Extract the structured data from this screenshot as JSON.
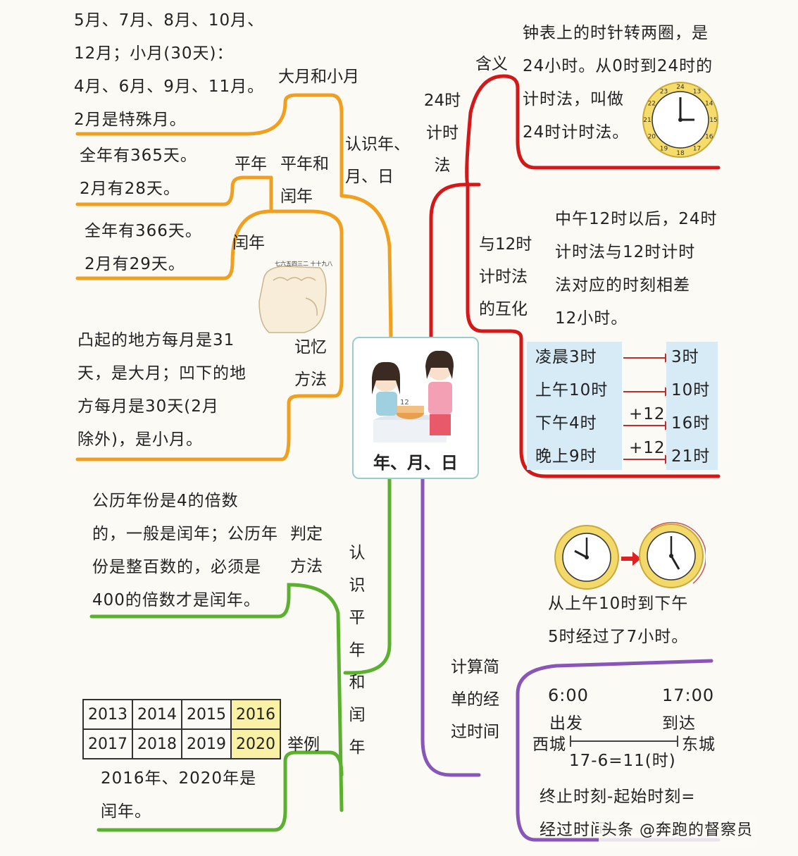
{
  "center": {
    "title": "年、月、日"
  },
  "branches": {
    "recognize_ymd": {
      "label": "认识年、月、日",
      "big_small": {
        "label": "大月和小月",
        "lines": [
          "5月、7月、8月、10月、",
          "12月；小月(30天)：",
          "4月、6月、9月、11月。",
          "2月是特殊月。"
        ]
      },
      "common_leap": {
        "label": "平年和闰年",
        "common": {
          "label": "平年",
          "lines": [
            "全年有365天。",
            "2月有28天。"
          ]
        },
        "leap": {
          "label": "闰年",
          "lines": [
            "全年有366天。",
            "2月有29天。"
          ]
        }
      },
      "memory": {
        "label": "记忆方法",
        "knuckle_labels": "七六五四三二 十十九八 一 二",
        "lines": [
          "凸起的地方每月是31",
          "天，是大月；凹下的地",
          "方每月是30天(2月",
          "除外)，是小月。"
        ]
      }
    },
    "recognize_leap": {
      "label": "认识平年和闰年",
      "method": {
        "label": "判定方法",
        "lines": [
          "公历年份是4的倍数",
          "的，一般是闰年；公历年",
          "份是整百数的，必须是",
          "400的倍数才是闰年。"
        ]
      },
      "example": {
        "label": "举例",
        "years": [
          [
            "2013",
            "2014",
            "2015",
            "2016"
          ],
          [
            "2017",
            "2018",
            "2019",
            "2020"
          ]
        ],
        "lines": [
          "2016年、2020年是",
          "闰年。"
        ]
      }
    },
    "h24": {
      "label": "24时计时法",
      "meaning": {
        "label": "含义",
        "lines": [
          "钟表上的时针转两圈，是",
          "24小时。从0时到24时的",
          "计时法，叫做",
          "24时计时法。"
        ]
      },
      "convert": {
        "label": "与12时计时法的互化",
        "lines": [
          "中午12时以后，24时",
          "计时法与12时计时",
          "法对应的时刻相差",
          "12小时。"
        ],
        "left": [
          "凌晨3时",
          "上午10时",
          "下午4时",
          "晚上9时"
        ],
        "right": [
          "3时",
          "10时",
          "16时",
          "21时"
        ],
        "plus": [
          "+12",
          "+12"
        ]
      }
    },
    "elapsed": {
      "label": "计算简单的经过时间",
      "clock_caption": [
        "从上午10时到下午",
        "5时经过了7小时。"
      ],
      "start_time": "6:00",
      "end_time": "17:00",
      "depart": "出发",
      "arrive": "到达",
      "from_city": "西城",
      "to_city": "东城",
      "formula": "17-6=11(时)",
      "rule_lines": [
        "终止时刻-起始时刻=",
        "经过时间"
      ]
    }
  },
  "clock_numbers": [
    "12",
    "13",
    "14",
    "15",
    "16",
    "17",
    "18",
    "19",
    "20",
    "21",
    "22",
    "23",
    "24"
  ],
  "watermark": "头条 @奔跑的督察员",
  "colors": {
    "orange": "#f0a020",
    "green": "#5cb030",
    "red": "#d21818",
    "purple": "#8856b8"
  }
}
